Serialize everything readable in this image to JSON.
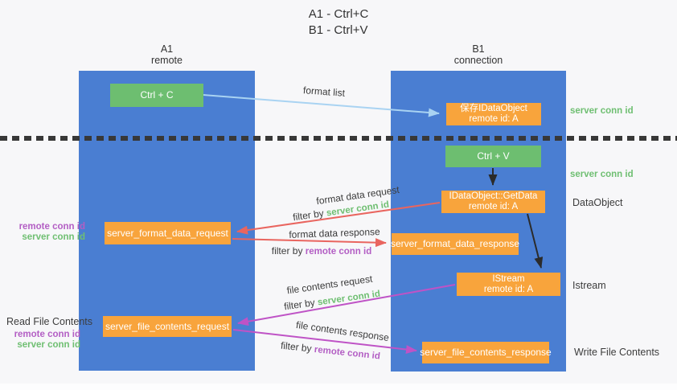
{
  "title": {
    "line1": "A1 - Ctrl+C",
    "line2": "B1 - Ctrl+V"
  },
  "lifelines": {
    "a1": {
      "id": "A1",
      "label": "remote"
    },
    "b1": {
      "id": "B1",
      "label": "connection"
    }
  },
  "nodes": {
    "ctrl_c": {
      "label": "Ctrl + C"
    },
    "save_idataobject": {
      "line1": "保存IDataObject",
      "line2": "remote id: A"
    },
    "ctrl_v": {
      "label": "Ctrl + V"
    },
    "idataobject_getdata": {
      "line1": "IDataObject::GetData",
      "line2": "remote id: A"
    },
    "server_format_data_request": {
      "label": "server_format_data_request"
    },
    "server_format_data_response": {
      "label": "server_format_data_response"
    },
    "istream": {
      "line1": "IStream",
      "line2": "remote id: A"
    },
    "server_file_contents_request": {
      "label": "server_file_contents_request"
    },
    "server_file_contents_response": {
      "label": "server_file_contents_response"
    }
  },
  "edge_labels": {
    "format_list": "format list",
    "format_data_request": "format data request",
    "format_data_response": "format data response",
    "file_contents_request": "file contents request",
    "file_contents_response": "file contents response",
    "filter_by": "filter by",
    "server_conn_id": "server conn id",
    "remote_conn_id": "remote conn id"
  },
  "side_labels": {
    "right_server_conn_id_top": "server conn id",
    "right_server_conn_id_mid": "server conn id",
    "right_dataobject": "DataObject",
    "right_istream": "Istream",
    "right_write_file_contents": "Write File Contents",
    "left_read_file_contents": "Read File Contents",
    "left_remote_conn_id_top": "remote conn id",
    "left_server_conn_id_top": "server conn id",
    "left_remote_conn_id_bottom": "remote conn id",
    "left_server_conn_id_bottom": "server conn id"
  },
  "colors": {
    "background": "#f7f7f9",
    "lifeline_blue": "#4a7ed2",
    "node_green": "#6dbe70",
    "node_orange": "#f8a43c",
    "arrow_red": "#e9655f",
    "arrow_magenta": "#bf53c6",
    "arrow_light_blue": "#a9d3f2",
    "arrow_black": "#2b2b2b",
    "label_green": "#6fbf72",
    "label_purple": "#b35ec4",
    "text_dark": "#3a3a3a",
    "dotted_line": "#383838"
  }
}
